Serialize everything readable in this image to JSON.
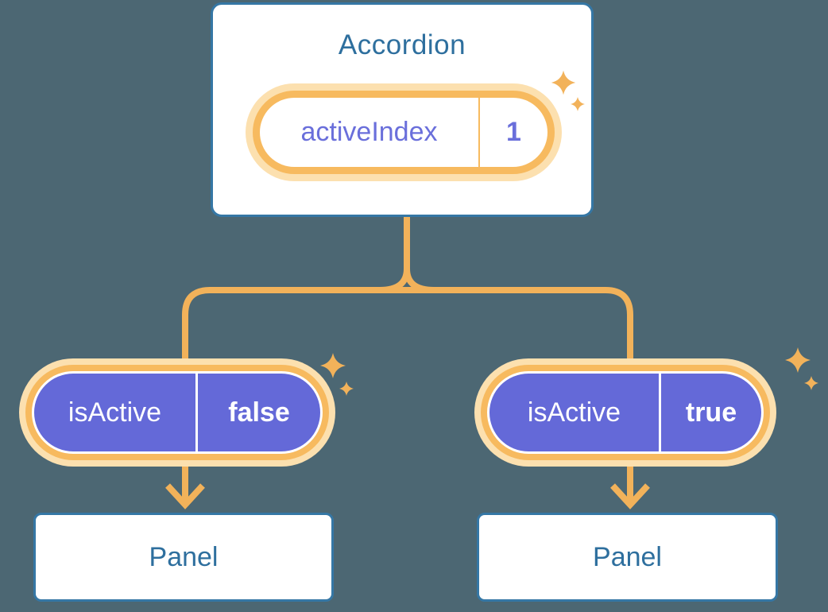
{
  "colors": {
    "bg": "#4C6773",
    "blue_border": "#3577A5",
    "blue_text": "#2E6F9E",
    "orange_line": "#F2B25A",
    "orange_border": "#F7BA5F",
    "cream": "#FCE0AF",
    "purple": "#6469D8",
    "purple_text": "#6A6FDB",
    "white": "#FFFFFF"
  },
  "accordion": {
    "title": "Accordion",
    "state": {
      "label": "activeIndex",
      "value": "1"
    }
  },
  "children": [
    {
      "state": {
        "label": "isActive",
        "value": "false"
      },
      "panel": {
        "label": "Panel"
      }
    },
    {
      "state": {
        "label": "isActive",
        "value": "true"
      },
      "panel": {
        "label": "Panel"
      }
    }
  ]
}
